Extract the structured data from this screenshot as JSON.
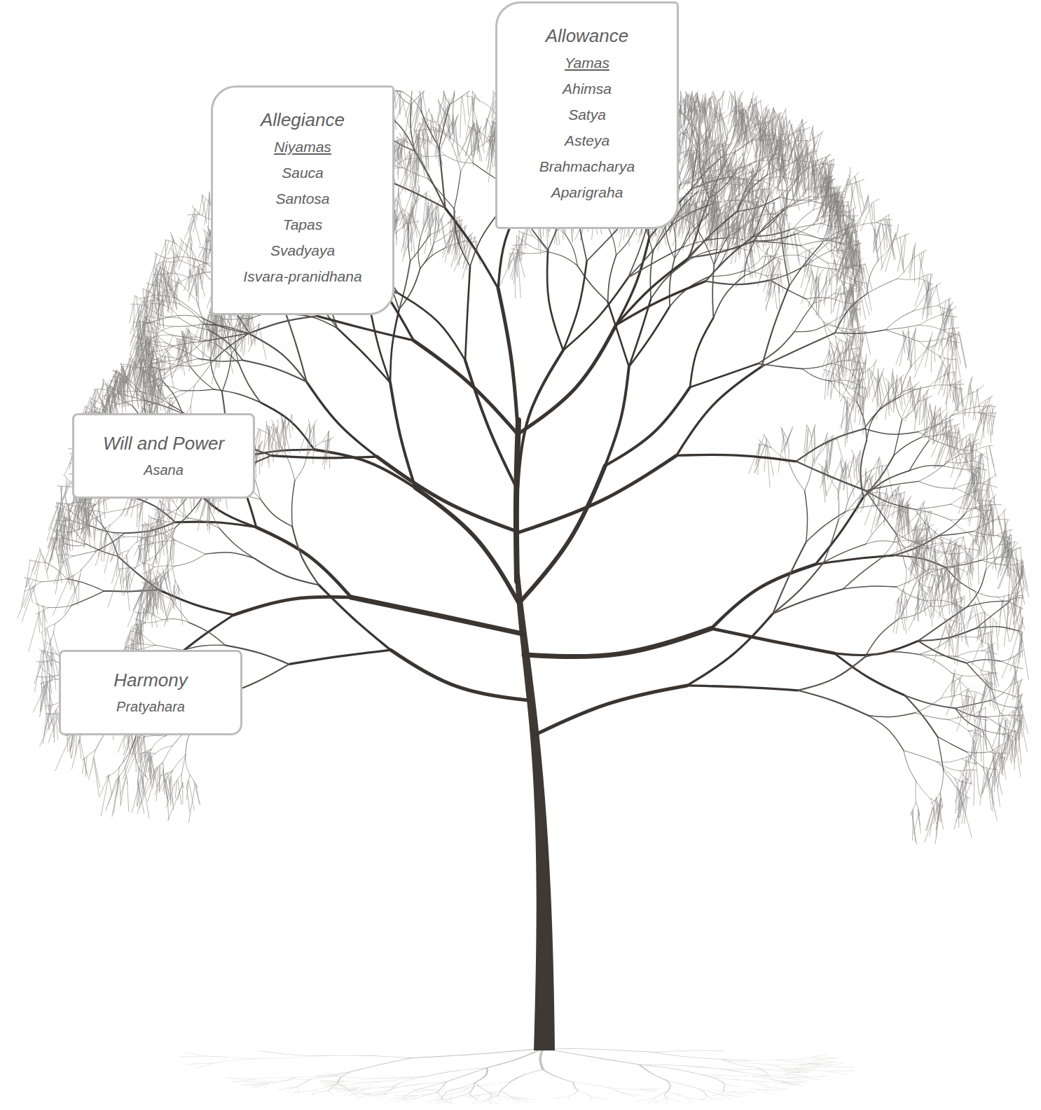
{
  "diagram": {
    "nodes": [
      {
        "text": [
          "Allowance",
          "Yamas",
          "Ahimsa",
          "Satya",
          "Asteya",
          "Brahmacharya",
          "Aparigraha"
        ]
      },
      {
        "text": [
          "Allegiance",
          "Niyamas",
          "Sauca",
          "Santosa",
          "Tapas",
          "Svadyaya",
          "Isvara-pranidhana"
        ]
      },
      {
        "text": [
          "Will and Power",
          "Asana"
        ]
      },
      {
        "text": [
          "Harmony",
          "Pratyahara"
        ]
      }
    ]
  }
}
